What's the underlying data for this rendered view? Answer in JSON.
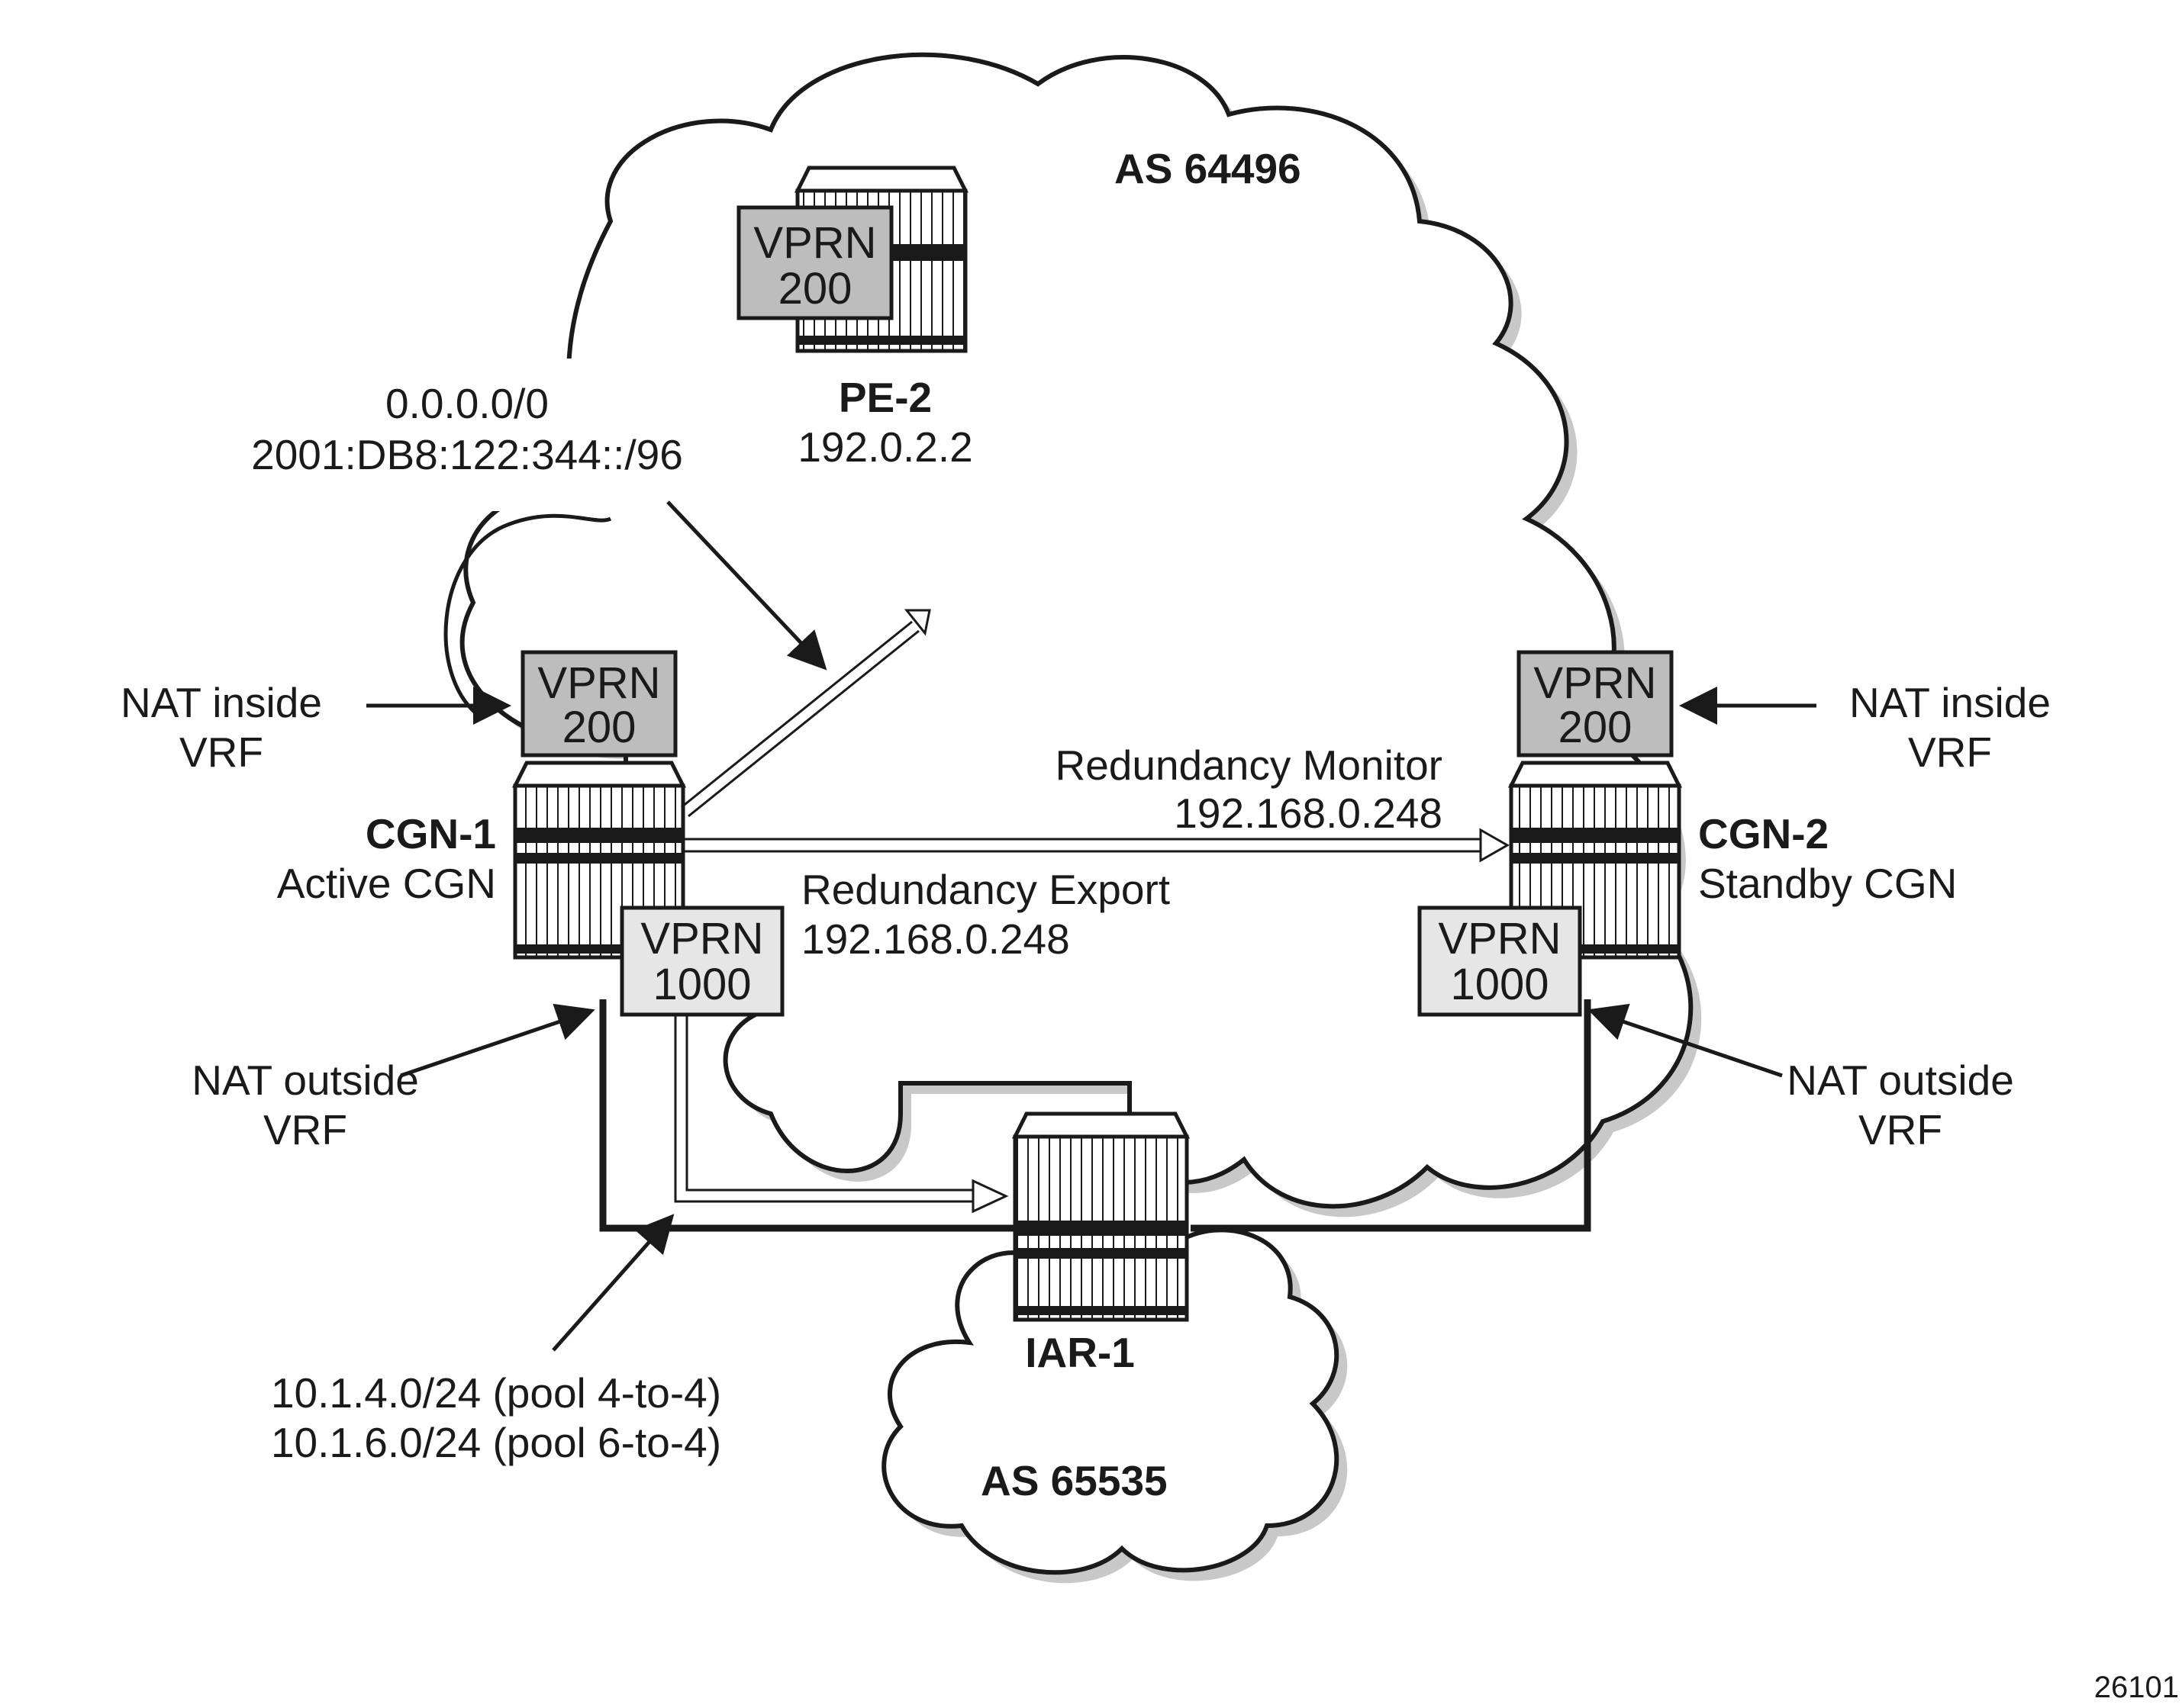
{
  "clouds": {
    "main_as": "AS 64496",
    "lower_as": "AS 65535"
  },
  "pe2": {
    "name": "PE-2",
    "ip": "192.0.2.2",
    "vprn": [
      "VPRN",
      "200"
    ]
  },
  "cgn1": {
    "name": "CGN-1",
    "role": "Active CGN",
    "vprn_inside": [
      "VPRN",
      "200"
    ],
    "vprn_outside": [
      "VPRN",
      "1000"
    ]
  },
  "cgn2": {
    "name": "CGN-2",
    "role": "Standby CGN",
    "vprn_inside": [
      "VPRN",
      "200"
    ],
    "vprn_outside": [
      "VPRN",
      "1000"
    ]
  },
  "iar1": {
    "name": "IAR-1"
  },
  "labels": {
    "nat_inside_left": [
      "NAT inside",
      "VRF"
    ],
    "nat_inside_right": [
      "NAT inside",
      "VRF"
    ],
    "nat_outside_left": [
      "NAT outside",
      "VRF"
    ],
    "nat_outside_right": [
      "NAT outside",
      "VRF"
    ],
    "routes": [
      "0.0.0.0/0",
      "2001:DB8:122:344::/96"
    ],
    "redundancy_monitor": [
      "Redundancy Monitor",
      "192.168.0.248"
    ],
    "redundancy_export": [
      "Redundancy Export",
      "192.168.0.248"
    ],
    "pools": [
      "10.1.4.0/24 (pool 4-to-4)",
      "10.1.6.0/24 (pool 6-to-4)"
    ]
  },
  "figure_id": "26101",
  "colors": {
    "line": "#1a1a1a",
    "vprn_inside_fill": "#bdbdbd",
    "vprn_outside_fill": "#e6e6e6",
    "cloud_shadow": "#c8c8c8"
  }
}
